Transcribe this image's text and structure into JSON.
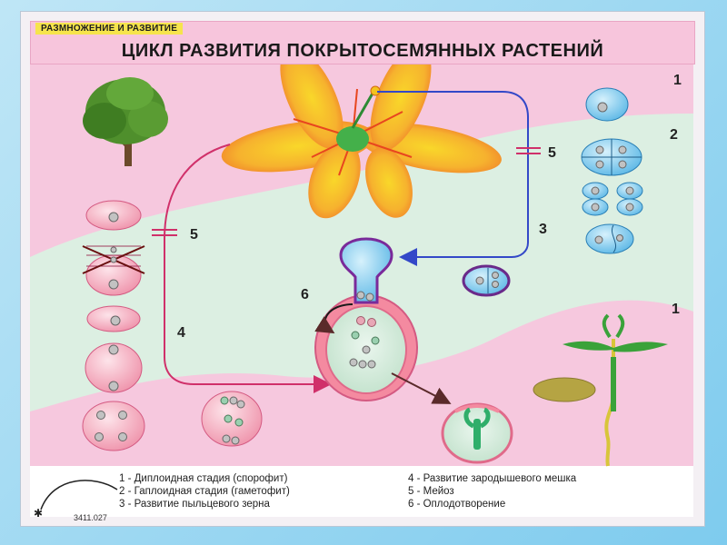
{
  "header": {
    "section_label": "РАЗМНОЖЕНИЕ И РАЗВИТИЕ",
    "title": "ЦИКЛ РАЗВИТИЯ ПОКРЫТОСЕМЯННЫХ РАСТЕНИЙ"
  },
  "markers": {
    "right_top_1": "1",
    "right_2": "2",
    "meiosis_right_5": "5",
    "pollen_3": "3",
    "meiosis_left_5": "5",
    "embryo_sac_4": "4",
    "fertilization_6": "6",
    "seedling_1": "1"
  },
  "legend": {
    "items": [
      "1 - Диплоидная стадия (спорофит)",
      "2 - Гаплоидная стадия (гаметофит)",
      "3 - Развитие пыльцевого зерна",
      "4 - Развитие зародышевого мешка",
      "5 - Мейоз",
      "6 - Оплодотворение"
    ]
  },
  "catalog_code": "3411.027",
  "colors": {
    "pink_zone": "#f6c8de",
    "green_zone": "#dcefe2",
    "blue_arrow": "#3348c8",
    "magenta_arrow": "#d0306a",
    "cell_blue": "#8fd4f2",
    "cell_pink": "#f6b2c4"
  }
}
